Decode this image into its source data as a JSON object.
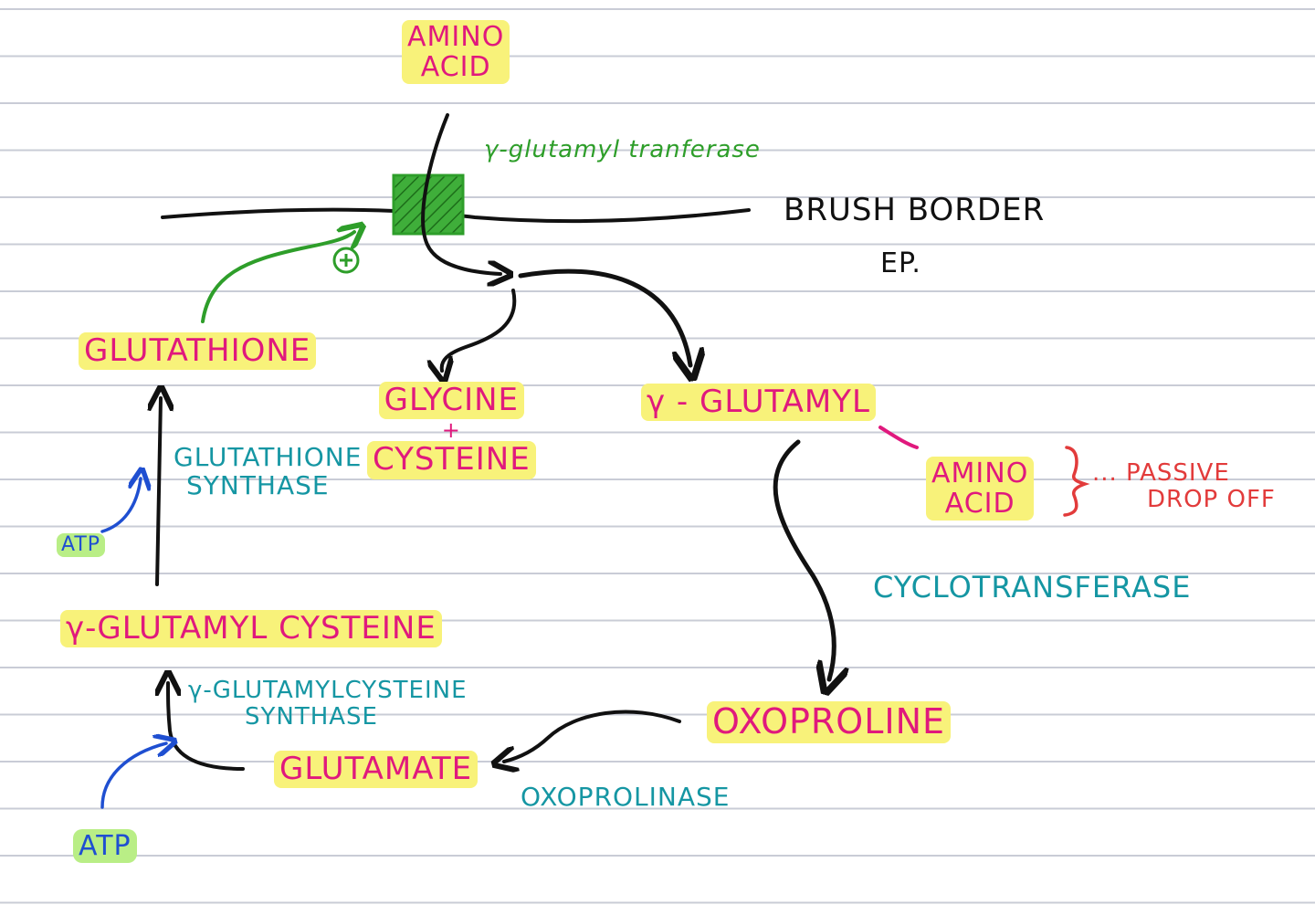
{
  "colors": {
    "paper": "#ffffff",
    "rule_line": "#c9ccd6",
    "metabolite": "#e0197d",
    "highlight": "#f8f27a",
    "enzyme": "#1596a3",
    "transferase_green": "#2e9e2a",
    "atp_blue": "#1f4fd1",
    "note_red": "#e23b3b",
    "arrow": "#111111"
  },
  "icons": {
    "transporter": "hatched-square-icon",
    "activation": "circled-plus-icon"
  },
  "labels": {
    "amino_acid_top": [
      "AMINO",
      "ACID"
    ],
    "gamma_glutamyl_transferase": "γ-glutamyl tranferase",
    "brush_border": "BRUSH BORDER",
    "ep": "EP.",
    "glutathione": "GLUTATHIONE",
    "glycine": "GLYCINE",
    "plus": "+",
    "cysteine": "CYSTEINE",
    "gamma_glutamyl": "γ - GLUTAMYL",
    "amino_acid_right": [
      "AMINO",
      "ACID"
    ],
    "passive_drop_off": [
      "... PASSIVE",
      "DROP OFF"
    ],
    "glutathione_synthase": [
      "GLUTATHIONE",
      "SYNTHASE"
    ],
    "atp_upper": "ATP",
    "cyclotransferase": "CYCLOTRANSFERASE",
    "gamma_glutamylcysteine": "γ-GLUTAMYL CYSTEINE",
    "gamma_glutamylcysteine_synthase": [
      "γ-GLUTAMYLCYSTEINE",
      "SYNTHASE"
    ],
    "oxoproline": "OXOPROLINE",
    "glutamate": "GLUTAMATE",
    "oxoprolinase": "OXOPROLINASE",
    "atp_lower": "ATP"
  }
}
